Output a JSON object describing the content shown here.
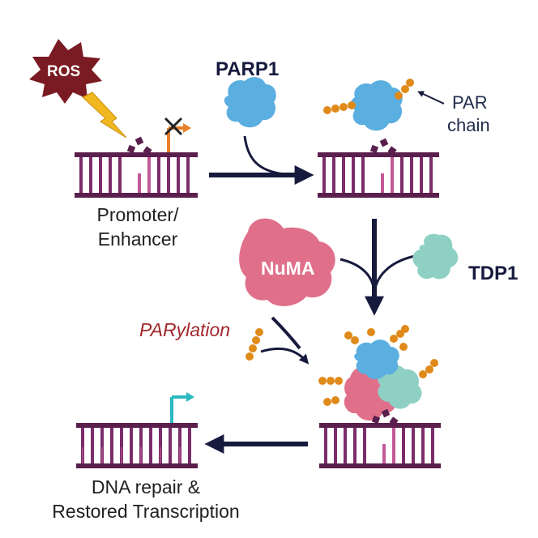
{
  "labels": {
    "ros": "ROS",
    "parp1": "PARP1",
    "par_chain_line1": "PAR",
    "par_chain_line2": "chain",
    "promoter_line1": "Promoter/",
    "promoter_line2": "Enhancer",
    "numa": "NuMA",
    "tdp1": "TDP1",
    "parylation": "PARylation",
    "repair_line1": "DNA repair &",
    "repair_line2": "Restored Transcription"
  },
  "colors": {
    "ros_burst": "#7a1a22",
    "dna_strand": "#5a1f4d",
    "dna_rung": "#7b2d6a",
    "dna_rung_light": "#c25a97",
    "parp1": "#5aaee0",
    "par_bead": "#e08a1a",
    "numa": "#e0708a",
    "tdp1": "#8fd0c4",
    "arrow": "#161a3d",
    "bolt": "#f1b81f",
    "tss_inactive": "#e8802a",
    "tss_active": "#2ab8c0",
    "parylation_text": "#a0282d"
  }
}
